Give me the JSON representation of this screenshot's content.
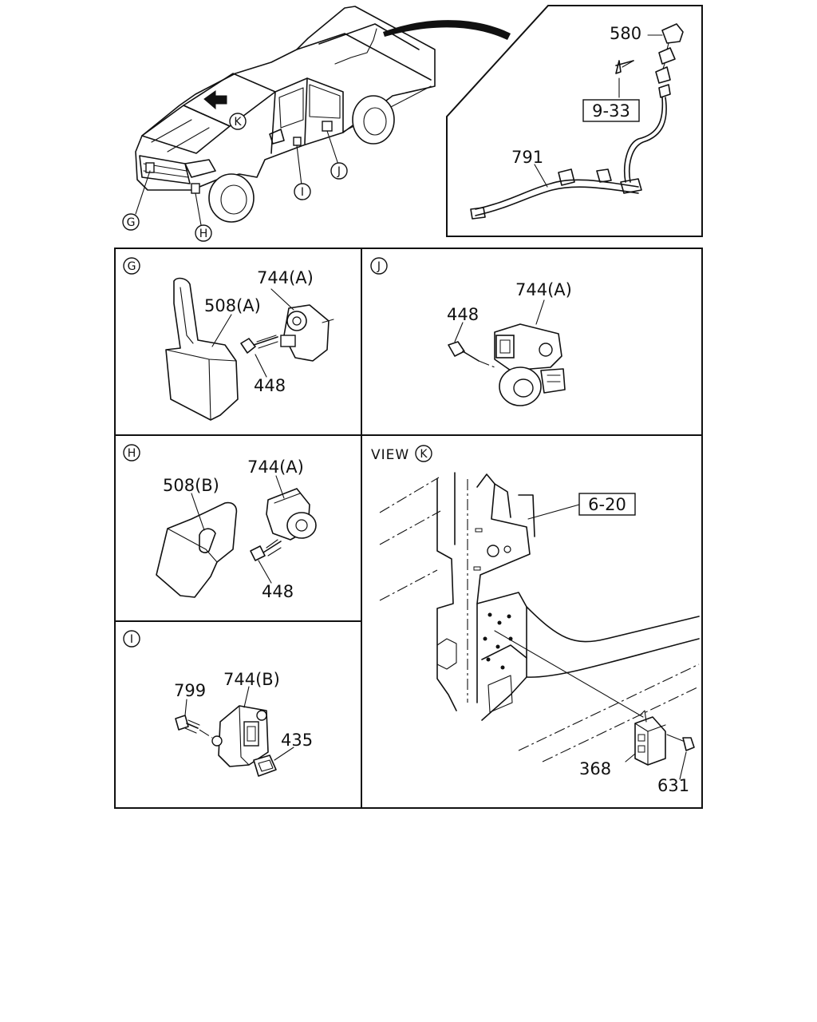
{
  "callouts": {
    "view_k": "K",
    "g": "G",
    "h": "H",
    "i": "I",
    "j": "J"
  },
  "inset_top": {
    "part_580": "580",
    "ref_9_33": "9-33",
    "part_791": "791"
  },
  "panel_g": {
    "letter": "G",
    "part_744a": "744(A)",
    "part_508a": "508(A)",
    "part_448": "448"
  },
  "panel_j": {
    "letter": "J",
    "part_744a": "744(A)",
    "part_448": "448"
  },
  "panel_h": {
    "letter": "H",
    "part_744a": "744(A)",
    "part_508b": "508(B)",
    "part_448": "448"
  },
  "panel_i": {
    "letter": "I",
    "part_799": "799",
    "part_744b": "744(B)",
    "part_435": "435"
  },
  "panel_k": {
    "view_label": "VIEW",
    "letter": "K",
    "ref_6_20": "6-20",
    "part_368": "368",
    "part_631": "631"
  }
}
